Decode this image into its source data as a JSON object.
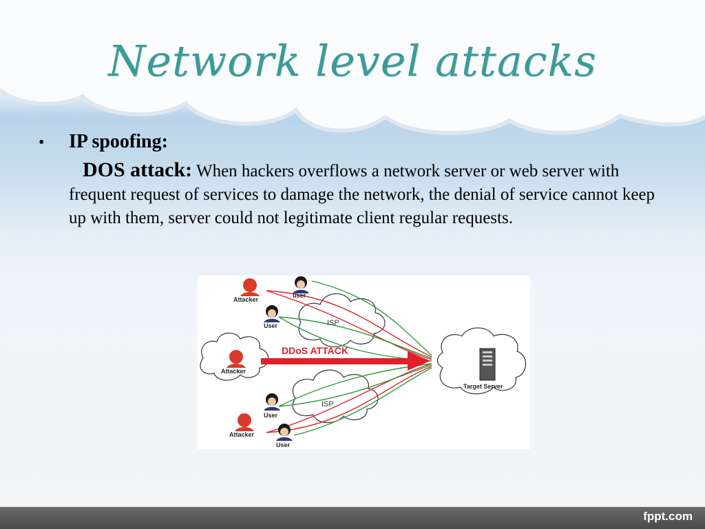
{
  "slide": {
    "title": "Network level attacks",
    "bullet_symbol": "•",
    "bullet_heading": "IP spoofing:",
    "dos_label": "DOS attack:",
    "dos_text": "When hackers overflows a network server or web server with frequent request of services to damage the network, the denial of service cannot keep up with them, server could not legitimate client regular requests."
  },
  "diagram": {
    "labels": {
      "attacker_top": "Attacker",
      "user_top": "user",
      "user_mid": "User",
      "isp_top": "ISP",
      "attacker_mid": "Attacker",
      "ddos": "DDoS ATTACK",
      "isp_bottom": "ISP",
      "user_bottom1": "User",
      "attacker_bottom": "Attacker",
      "user_bottom2": "User",
      "target": "Target Server"
    },
    "colors": {
      "attack_arrow": "#e0202a",
      "user_arrow": "#2e9a3a",
      "attacker_face": "#d93a2a"
    }
  },
  "footer": {
    "brand": "fppt.com"
  }
}
